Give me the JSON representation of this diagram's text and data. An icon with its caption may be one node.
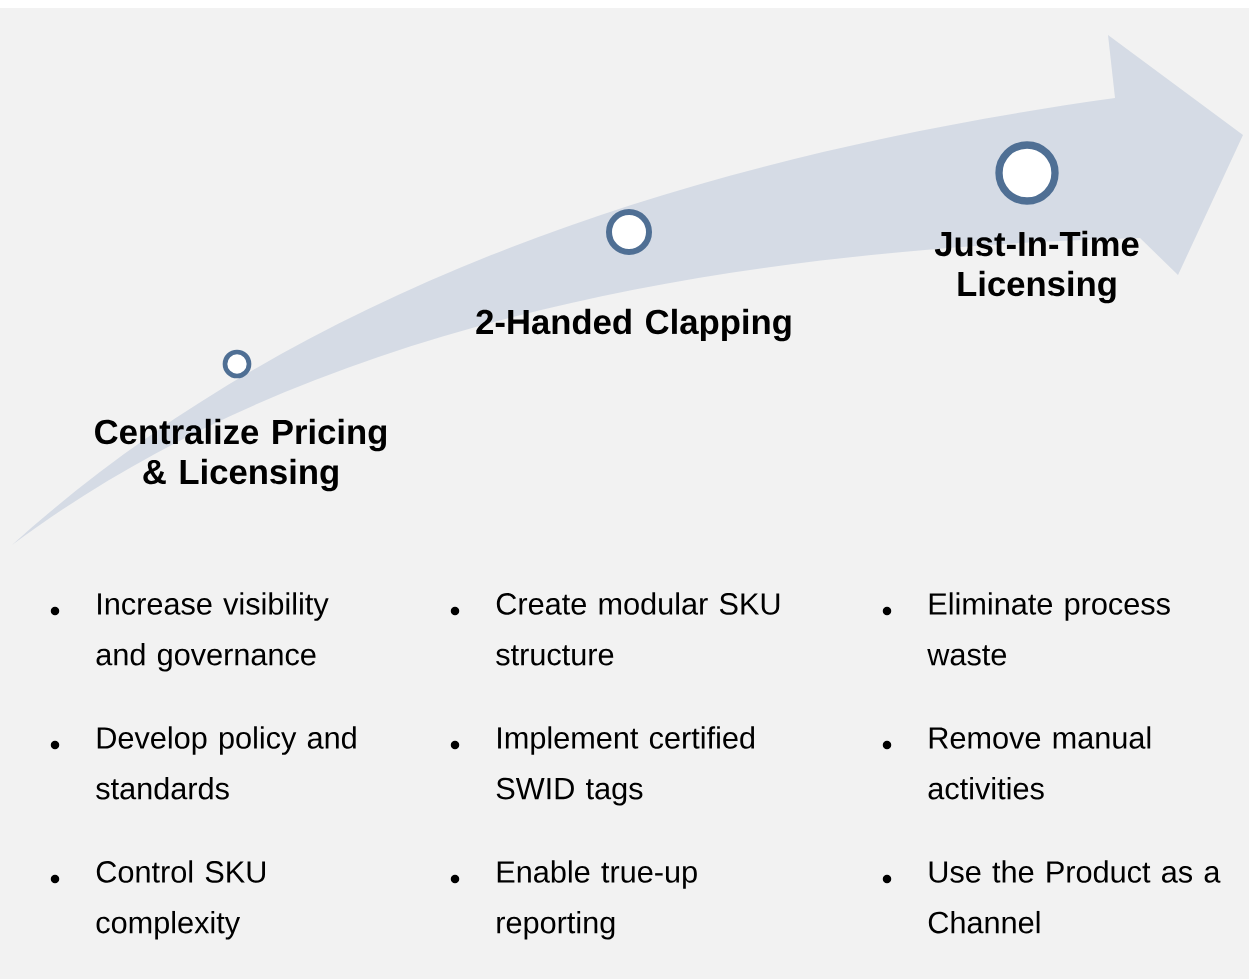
{
  "diagram": {
    "nodes": [
      {
        "text": [],
        "shape": "circle",
        "beside": [
          "Centralize Pricing & Licensing"
        ]
      },
      {
        "text": [],
        "shape": "circle",
        "beside": [
          "2-Handed Clapping"
        ]
      },
      {
        "text": [],
        "shape": "circle",
        "beside": [
          "Just-In-Time Licensing"
        ]
      }
    ],
    "labels": [
      "Increase visibility and governance",
      "Create modular SKU structure",
      "Eliminate process waste",
      "Develop policy and standards",
      "Implement certified SWID tags",
      "Remove manual activities",
      "Control SKU complexity",
      "Enable true-up reporting",
      "Use the Product as a Channel"
    ]
  }
}
